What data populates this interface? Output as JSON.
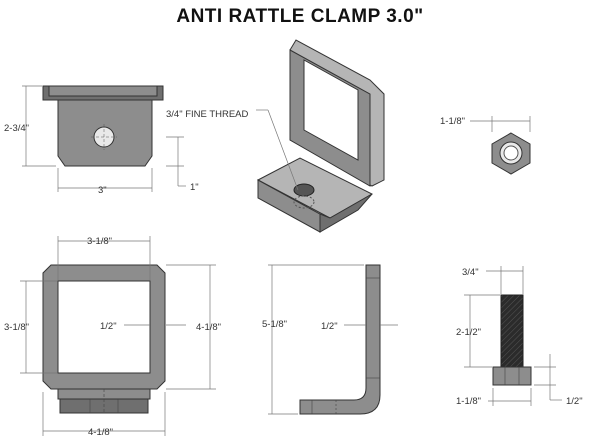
{
  "title": "ANTI RATTLE CLAMP 3.0\"",
  "dims": {
    "front_height": "2-3/4\"",
    "front_width": "3\"",
    "front_tab": "1\"",
    "thread": "3/4\" FINE THREAD",
    "nut_size": "1-1/8\"",
    "top_inner_width": "3-1/8\"",
    "top_inner_height": "3-1/8\"",
    "top_wall": "1/2\"",
    "top_outer_height": "4-1/8\"",
    "top_outer_width": "4-1/8\"",
    "side_height": "5-1/8\"",
    "side_thickness": "1/2\"",
    "bolt_diameter": "3/4\"",
    "bolt_length": "2-1/2\"",
    "bolt_head_width": "1-1/8\"",
    "bolt_head_height": "1/2\""
  },
  "colors": {
    "steel": "#8d8d8d",
    "steel_dark": "#6f6f6f",
    "steel_light": "#b5b5b5",
    "bolt": "#2b2b2b"
  }
}
